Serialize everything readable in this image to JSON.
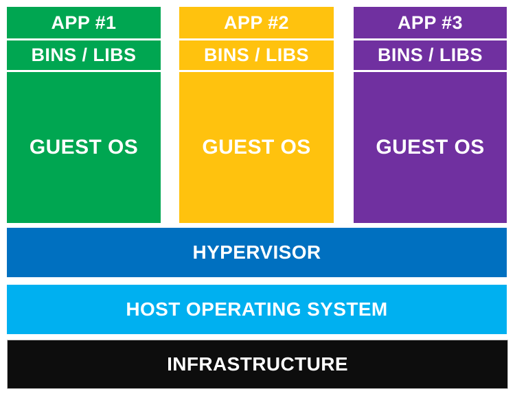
{
  "diagram": {
    "description": "Virtual machine architecture stack",
    "columns": [
      {
        "app_label": "APP #1",
        "bins_label": "BINS / LIBS",
        "guest_label": "GUEST OS",
        "color": "#00A651"
      },
      {
        "app_label": "APP #2",
        "bins_label": "BINS / LIBS",
        "guest_label": "GUEST OS",
        "color": "#FFC20E"
      },
      {
        "app_label": "APP #3",
        "bins_label": "BINS / LIBS",
        "guest_label": "GUEST OS",
        "color": "#7030A0"
      }
    ],
    "layers": [
      {
        "label": "HYPERVISOR",
        "color": "#0070C0"
      },
      {
        "label": "HOST OPERATING SYSTEM",
        "color": "#00B0F0"
      },
      {
        "label": "INFRASTRUCTURE",
        "color": "#0D0D0D"
      }
    ],
    "text_color": "#FFFFFF",
    "background_color": "#FFFFFF"
  }
}
